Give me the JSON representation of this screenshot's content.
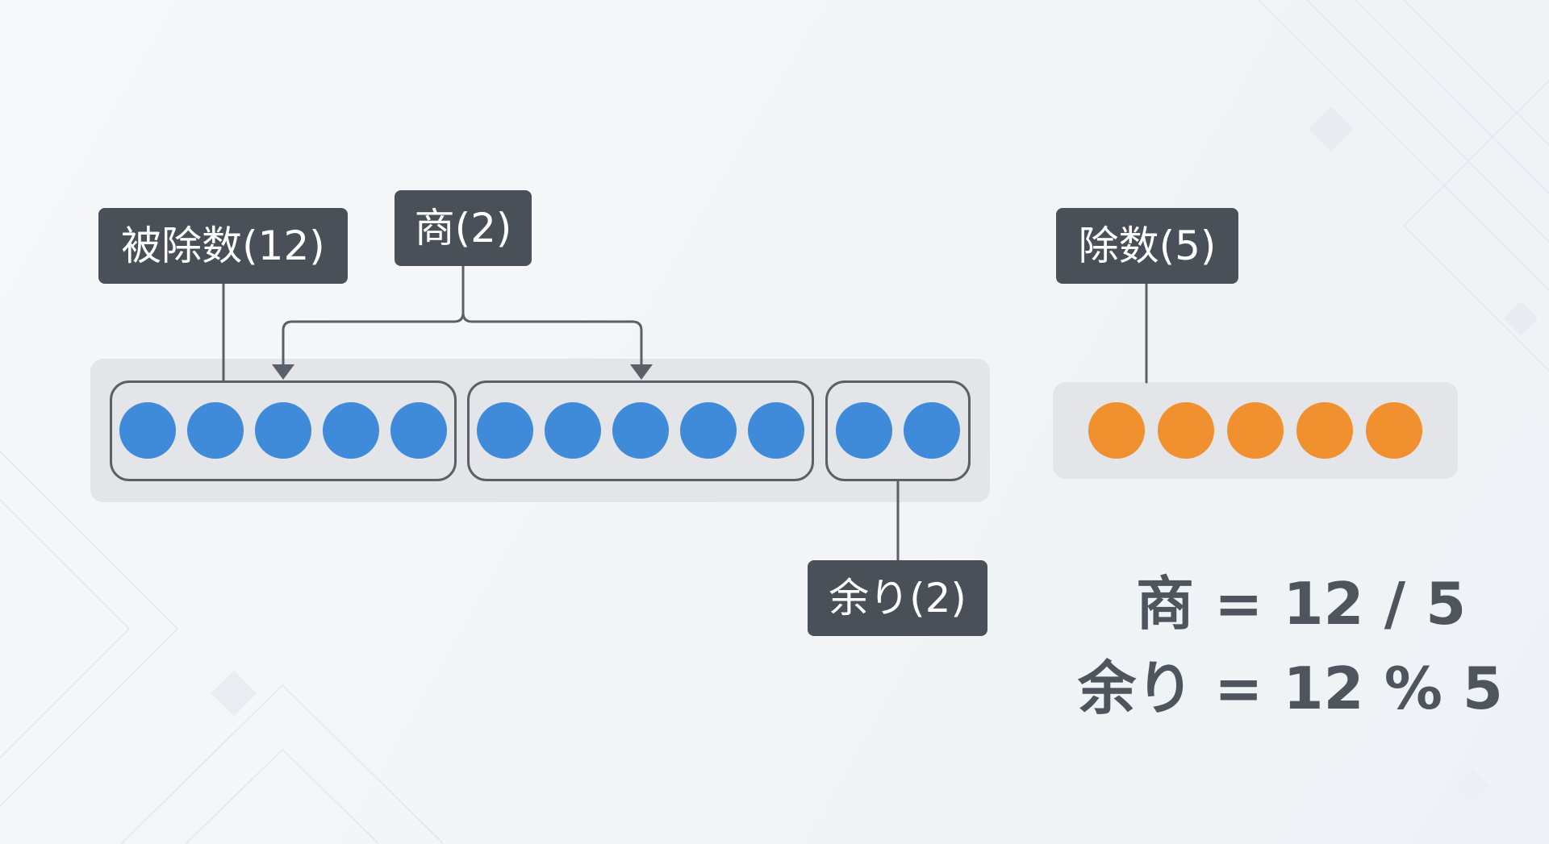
{
  "labels": {
    "dividend": "被除数(12)",
    "quotient": "商(2)",
    "divisor": "除数(5)",
    "remainder": "余り(2)"
  },
  "formulas": {
    "quotient": "商 = 12 / 5",
    "remainder": "余り = 12 % 5"
  },
  "values": {
    "dividend": 12,
    "divisor": 5,
    "quotient": 2,
    "remainder": 2
  },
  "colors": {
    "dividend_dot": "#3f8ad9",
    "divisor_dot": "#f0902f",
    "label_bg": "#4a5057",
    "panel_bg": "#e3e5e8",
    "connector": "#5a6068"
  },
  "icons": {
    "dividend_dot": "blue-circle",
    "divisor_dot": "orange-circle",
    "connector_arrow": "arrow-down-icon"
  }
}
